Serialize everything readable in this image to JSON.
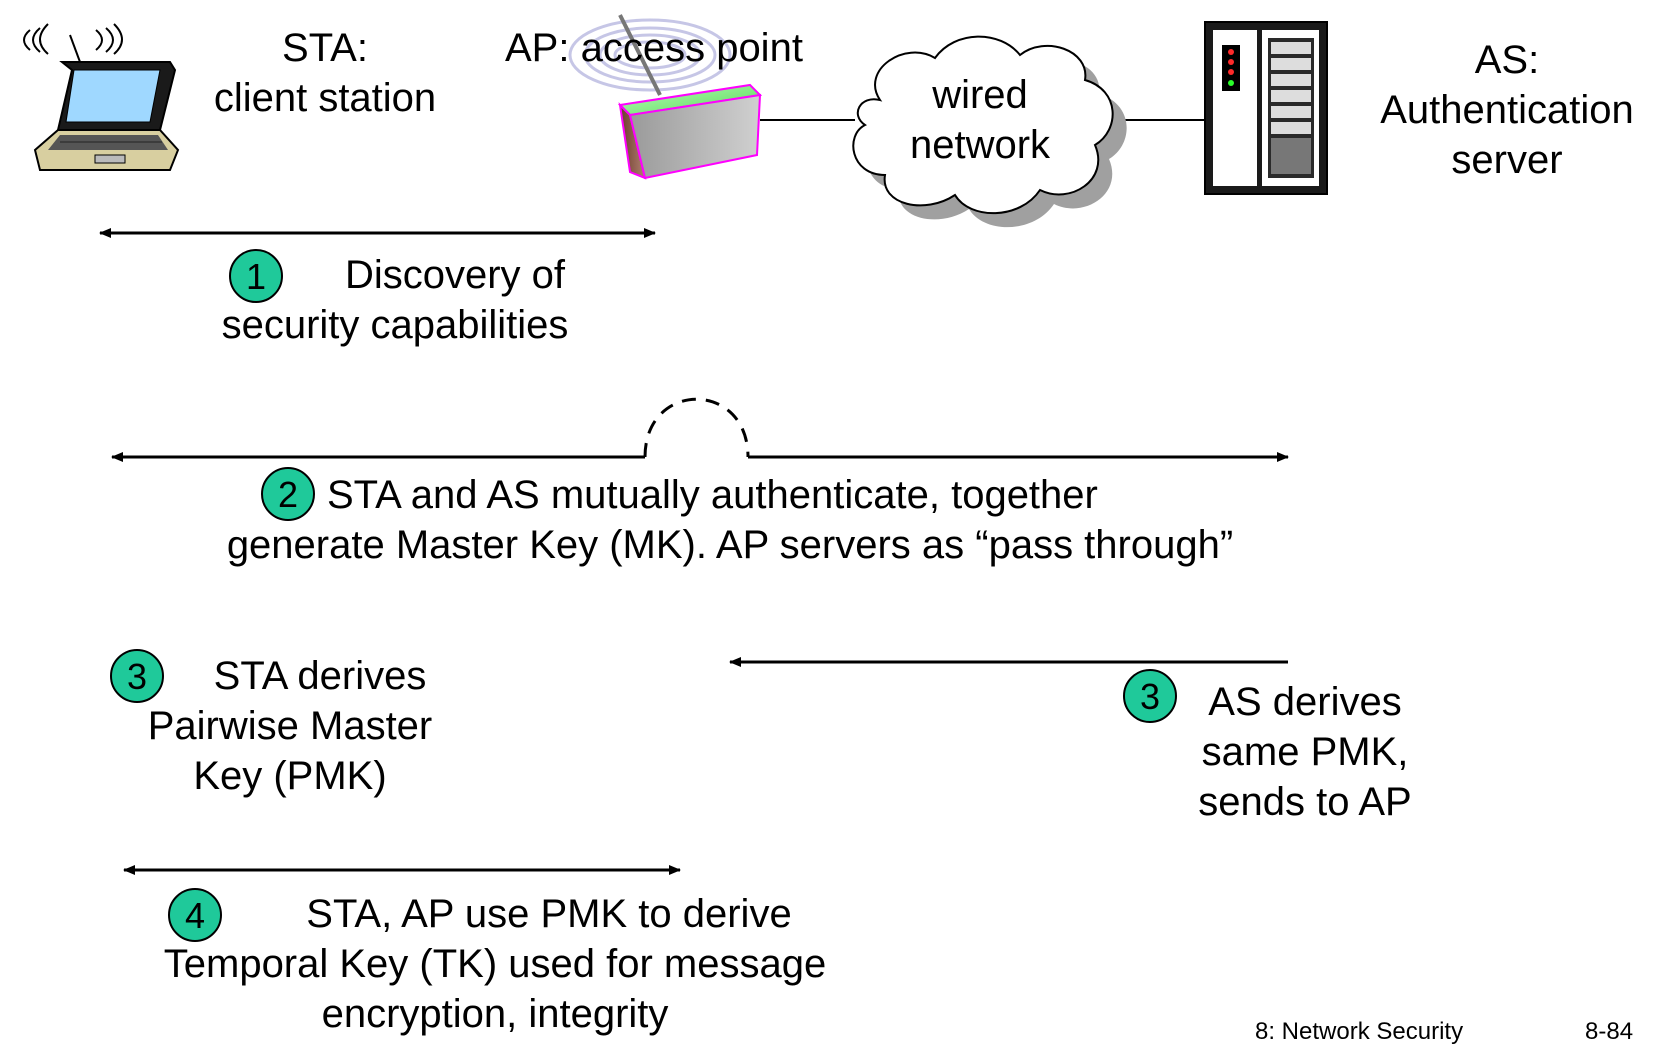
{
  "entities": {
    "sta_label": "STA:\nclient station",
    "ap_label": "AP: access point",
    "network_label": "wired\nnetwork",
    "as_label": "AS:\nAuthentication\nserver"
  },
  "steps": [
    {
      "number": "1",
      "text": "Discovery of\nsecurity capabilities"
    },
    {
      "number": "2",
      "line1": "STA and AS mutually authenticate, together",
      "line2": "generate Master Key (MK). AP servers as “pass through”"
    },
    {
      "number": "3",
      "text": "STA derives\nPairwise Master\nKey (PMK)"
    },
    {
      "number": "3",
      "text": "AS derives\nsame PMK,\nsends to AP"
    },
    {
      "number": "4",
      "text": "STA, AP use PMK to derive\nTemporal Key (TK) used for message\nencryption, integrity"
    }
  ],
  "footer": {
    "chapter": "8: Network Security",
    "page": "8-84"
  },
  "colors": {
    "badge_fill": "#1fc99a",
    "line": "#000000"
  }
}
